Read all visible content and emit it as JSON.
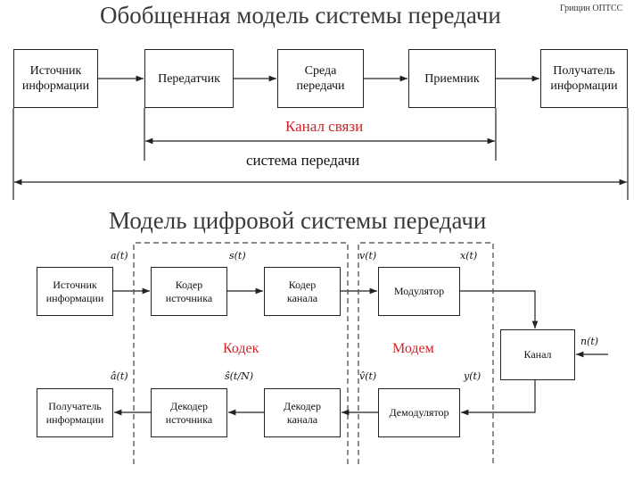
{
  "titles": {
    "general": "Обобщенная модель системы передачи",
    "digital": "Модель цифровой системы передачи",
    "corner_note": "Грищин ОПТСС"
  },
  "top_blocks": {
    "source": "Источник\nинформации",
    "transmitter": "Передатчик",
    "medium": "Среда\nпередачи",
    "receiver": "Приемник",
    "recipient": "Получатель\nинформации"
  },
  "top_labels": {
    "channel": "Канал связи",
    "system": "система передачи"
  },
  "digital_blocks": {
    "source": "Источник\nинформации",
    "source_coder": "Кодер\nисточника",
    "channel_coder": "Кодер\nканала",
    "modulator": "Модулятор",
    "channel": "Канал",
    "demodulator": "Демодулятор",
    "channel_decoder": "Декодер\nканала",
    "source_decoder": "Декодер\nисточника",
    "recipient": "Получатель\nинформации"
  },
  "digital_labels": {
    "codec": "Кодек",
    "modem": "Модем"
  },
  "signals": {
    "a": "a(t)",
    "s": "s(t)",
    "v": "v(t)",
    "x": "x(t)",
    "n": "n(t)",
    "a_hat": "â(t)",
    "s_hat": "ŝ(t/N)",
    "v_hat": "v̂(t)",
    "y": "y(t)"
  },
  "colors": {
    "accent_red": "#d1232a",
    "line": "#222222",
    "title_gray": "#3a3a3a"
  }
}
